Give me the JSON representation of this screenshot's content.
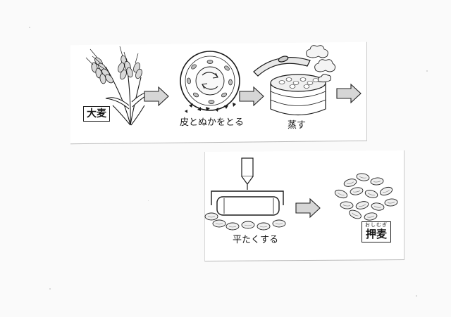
{
  "steps": [
    {
      "id": "barley",
      "label": "大麦",
      "icon": "barley-plant-icon"
    },
    {
      "id": "remove_bran",
      "label": "皮とぬかをとる",
      "icon": "polishing-mill-icon"
    },
    {
      "id": "steam",
      "label": "蒸す",
      "icon": "steamer-icon"
    },
    {
      "id": "flatten",
      "label": "平たくする",
      "icon": "roller-press-icon"
    },
    {
      "id": "pressed_barley",
      "label": "押麦",
      "ruby": "おしむぎ",
      "icon": "pressed-barley-grains-icon"
    }
  ],
  "colors": {
    "ink": "#151515",
    "arrow_fill": "#d6d6d6",
    "grain_fill": "#efefef",
    "steam_fill": "#f4f4f4"
  }
}
